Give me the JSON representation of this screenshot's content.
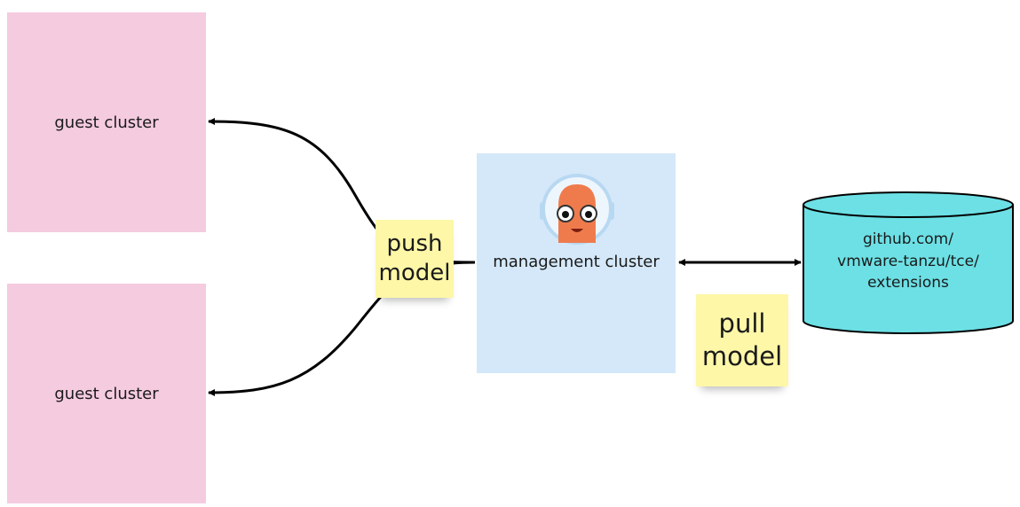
{
  "guest_clusters": [
    {
      "label": "guest cluster"
    },
    {
      "label": "guest cluster"
    }
  ],
  "management_cluster": {
    "label": "management cluster",
    "icon": "argo-octopus-mascot-icon"
  },
  "repository": {
    "lines": [
      "github.com/",
      "vmware-tanzu/tce/",
      "extensions"
    ]
  },
  "notes": {
    "push": {
      "lines": [
        "push",
        "model"
      ]
    },
    "pull": {
      "lines": [
        "pull",
        "model"
      ]
    }
  },
  "colors": {
    "guest_fill": "#f5cbe0",
    "management_fill": "#d4e8f9",
    "repository_fill": "#6ce0e5",
    "sticky_fill": "#fdf7a7",
    "arrow": "#000000"
  }
}
